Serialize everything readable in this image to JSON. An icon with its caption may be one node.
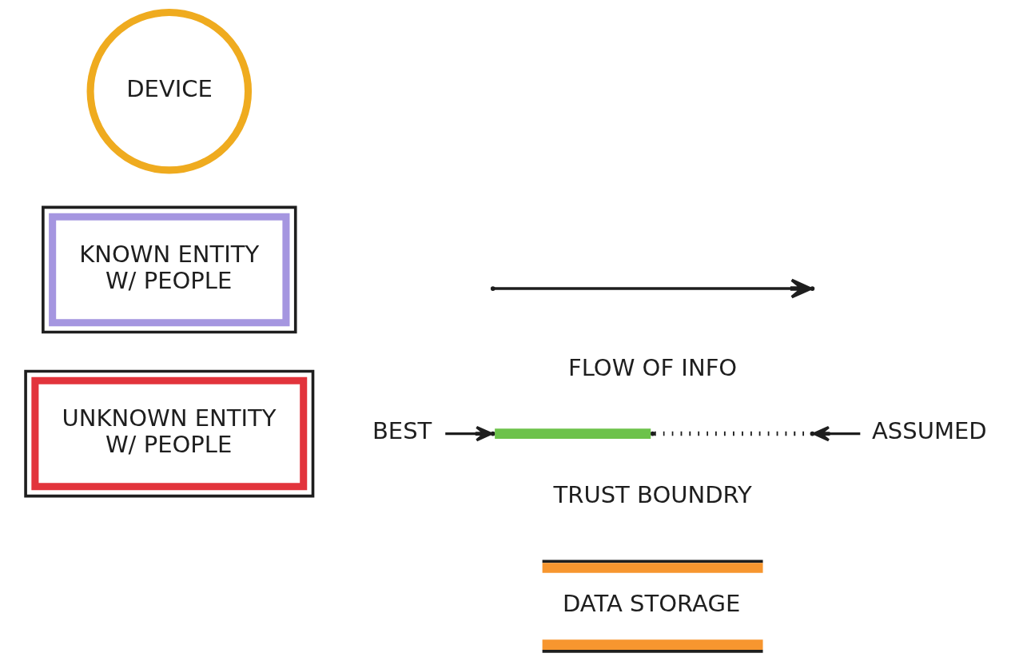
{
  "diagram": {
    "nodes": [
      {
        "text": [
          "DEVICE"
        ]
      },
      {
        "text": [
          "KNOWN ENTITY W/ PEOPLE"
        ]
      },
      {
        "text": [
          "UNKNOWN ENTITY W/ PEOPLE"
        ]
      },
      {
        "text": [
          "BEST"
        ]
      },
      {
        "text": [
          "ASSUMED"
        ]
      },
      {
        "text": [
          "DATA STORAGE"
        ]
      }
    ],
    "edges": [
      {
        "from": 3,
        "to": null,
        "arrow": "to"
      },
      {
        "from": 4,
        "to": null,
        "arrow": "to"
      }
    ],
    "legend": [
      {
        "text": "FLOW OF INFO"
      },
      {
        "text": "TRUST BOUNDRY"
      }
    ]
  }
}
